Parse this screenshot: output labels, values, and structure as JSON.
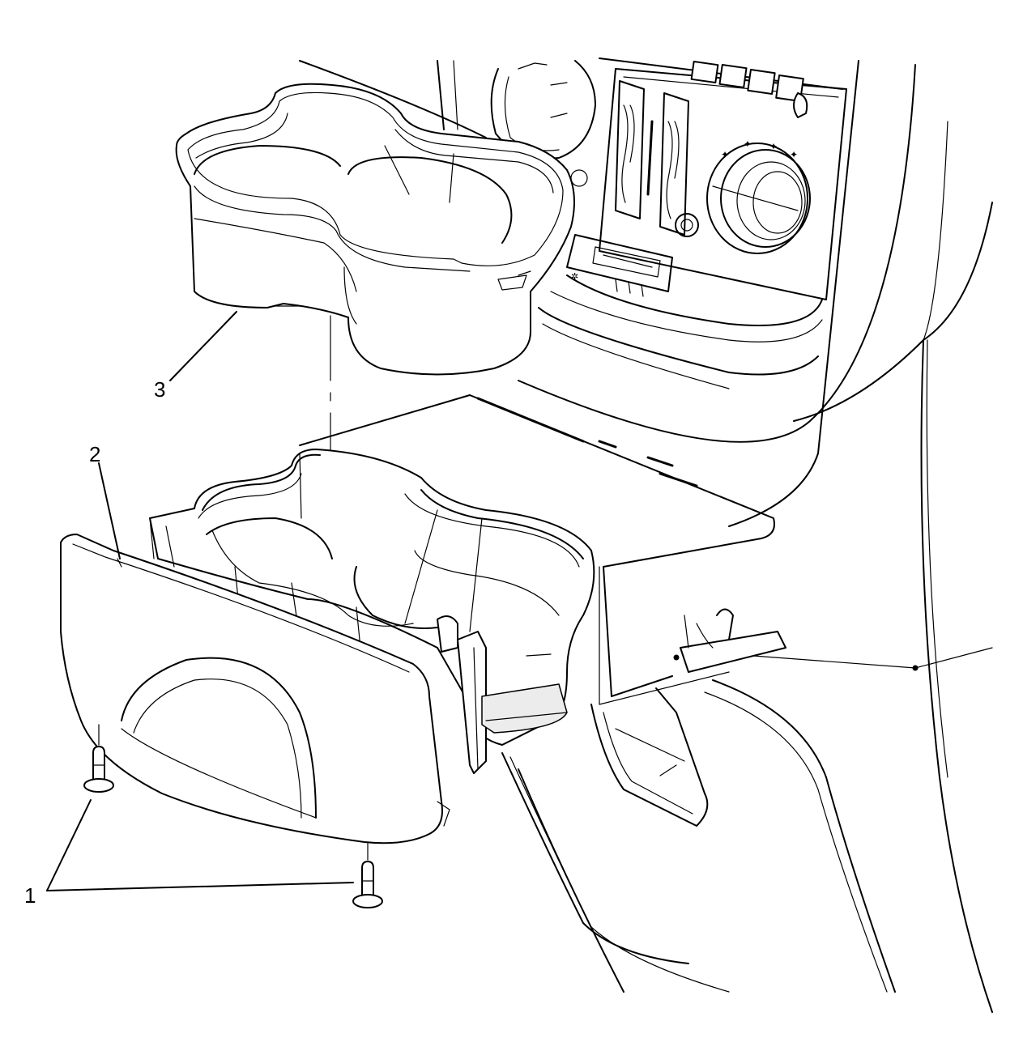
{
  "diagram": {
    "callouts": [
      {
        "id": "c1",
        "label": "1"
      },
      {
        "id": "c2",
        "label": "2"
      },
      {
        "id": "c3",
        "label": "3"
      }
    ]
  }
}
